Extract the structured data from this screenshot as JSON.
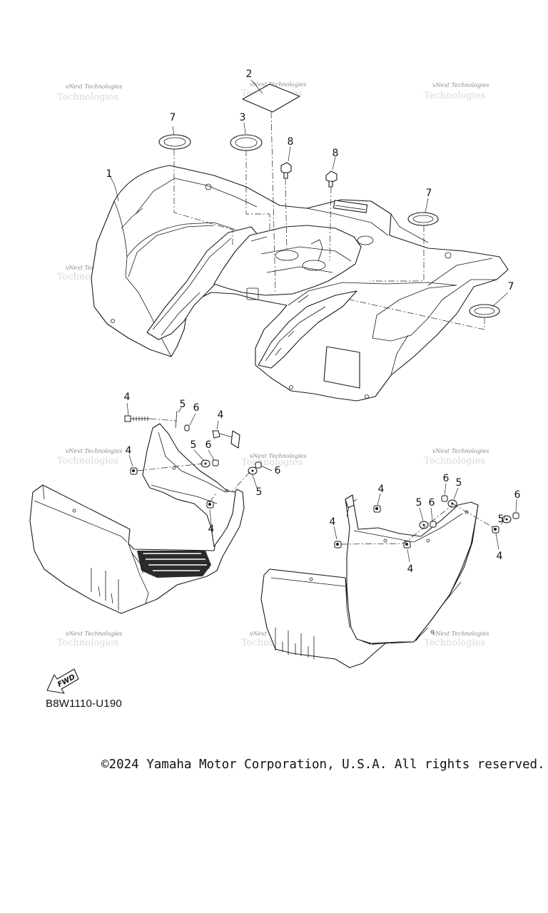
{
  "diagram": {
    "drawing_code": "B8W1110-U190",
    "copyright": "©2024 Yamaha Motor Corporation, U.S.A. All rights reserved.",
    "fwd_label": "FWD",
    "watermark_text": "vNext Technologies",
    "callouts": {
      "c1": "1",
      "c2": "2",
      "c3": "3",
      "c7a": "7",
      "c7b": "7",
      "c7c": "7",
      "c8a": "8",
      "c8b": "8",
      "l4a": "4",
      "l4b": "4",
      "l4c": "4",
      "l4d": "4",
      "l5a": "5",
      "l5b": "5",
      "l5c": "5",
      "l6a": "6",
      "l6b": "6",
      "l6c": "6",
      "r4a": "4",
      "r4b": "4",
      "r4c": "4",
      "r4d": "4",
      "r5a": "5",
      "r5b": "5",
      "r5c": "5",
      "r6a": "6",
      "r6b": "6",
      "r6c": "6"
    }
  }
}
